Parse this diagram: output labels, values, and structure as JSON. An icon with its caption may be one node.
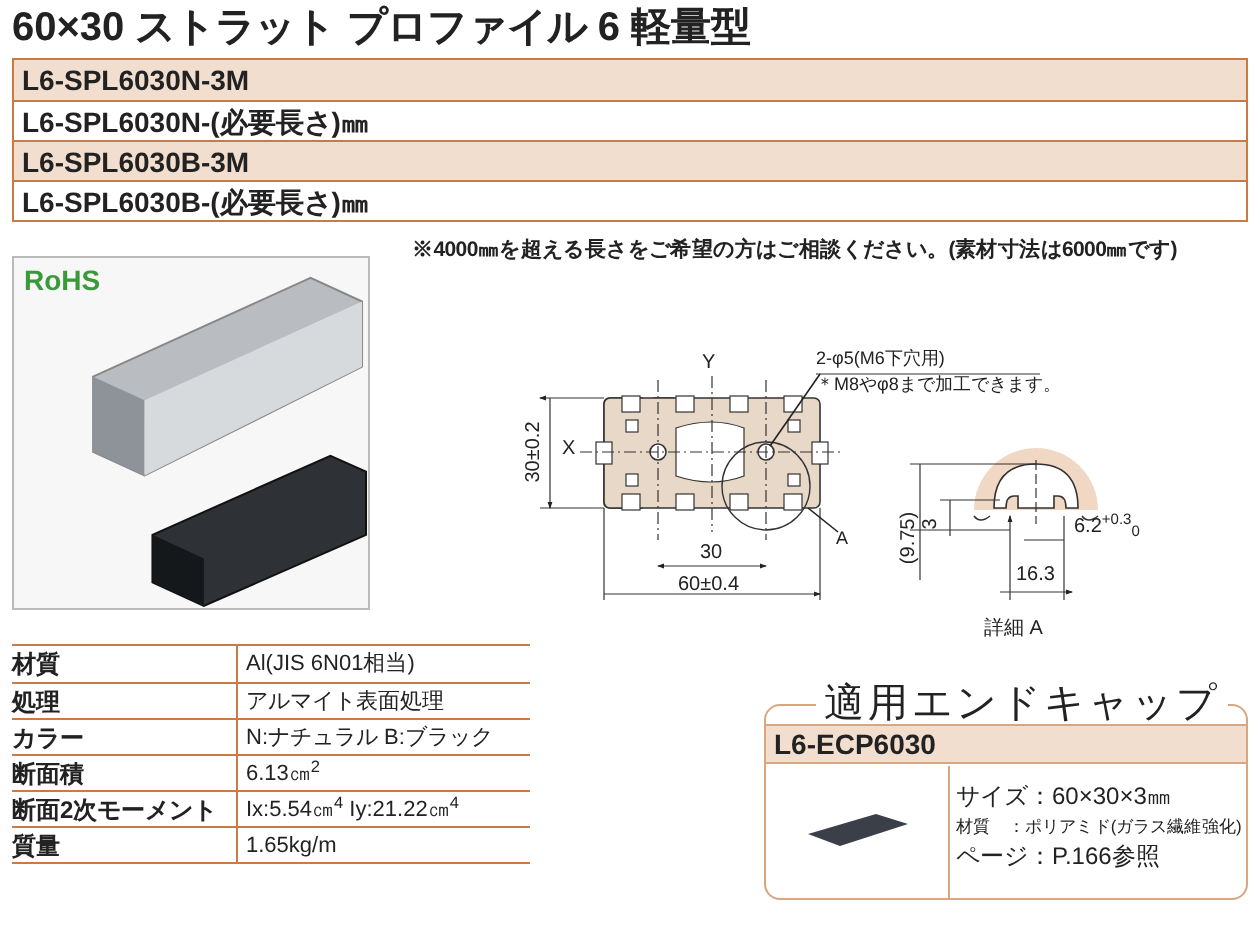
{
  "diagram": {
    "title": "60×30 ストラット プロファイル 6 軽量型",
    "nodes": [
      {
        "text": [
          "2-φ5(M6下穴用)",
          "＊M8やφ8まで加工できます。"
        ]
      },
      {
        "text": [
          "A"
        ]
      }
    ],
    "edges": [
      {
        "from": 0,
        "to": null,
        "arrow": "none"
      },
      {
        "from": 1,
        "to": null,
        "arrow": "none"
      }
    ],
    "labels": [
      "L6-SPL6030N-3M",
      "L6-SPL6030N-(必要長さ)㎜",
      "L6-SPL6030B-3M",
      "L6-SPL6030B-(必要長さ)㎜",
      "RoHS",
      "※4000㎜を超える長さをご希望の方はご相談ください。(素材寸法は6000㎜です)",
      "Y",
      "X",
      "30±0.2",
      "30",
      "60±0.4",
      "3",
      "(9.75)",
      "6.2$^{+0.3}$$_{0}$",
      "16.3",
      "詳細 A",
      "材質",
      "Al(JIS 6N01相当)",
      "処理",
      "アルマイト表面処理",
      "カラー",
      "N:ナチュラル  B:ブラック",
      "断面積",
      "6.13㎝$^{2}$",
      "断面2次モーメント",
      "Ix:5.54㎝$^{4}$  Iy:21.22㎝$^{4}$",
      "質量",
      "1.65kg/m",
      "適用エンドキャップ",
      "L6-ECP6030",
      "サイズ：60×30×3㎜",
      "材質　：ポリアミド(ガラス繊維強化)",
      "ページ：P.166参照"
    ]
  }
}
